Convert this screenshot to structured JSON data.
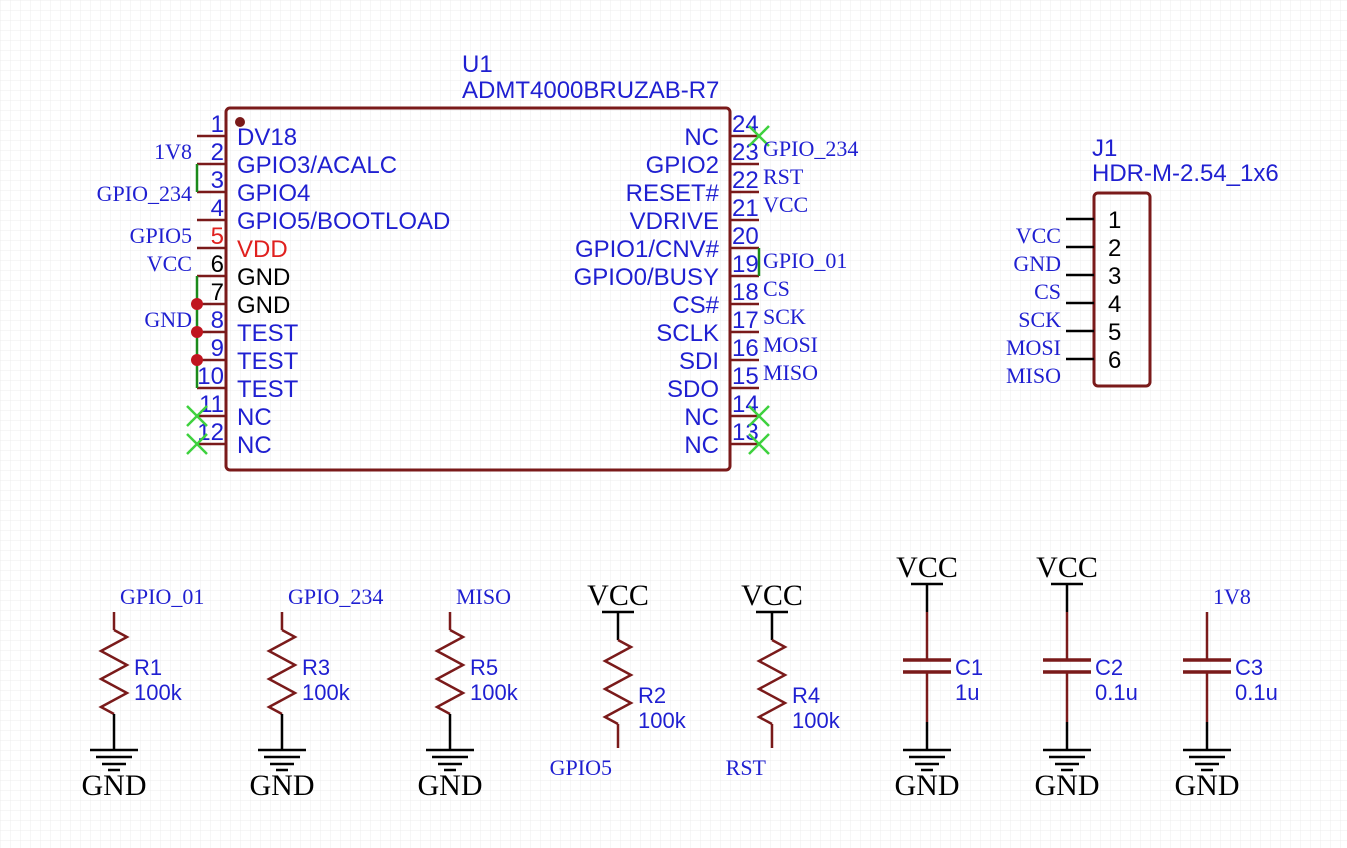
{
  "colors": {
    "part_body": "#7a1a1a",
    "wire": "#1a8a1a",
    "no_connect": "#3ed13e",
    "junction": "#c0141e",
    "text": "#1f1fd1",
    "power_pin": "#e0201e",
    "power_symbol": "#000000"
  },
  "u1": {
    "designator": "U1",
    "part": "ADMT4000BRUZAB-R7",
    "left_pins": [
      {
        "num": "1",
        "name": "DV18"
      },
      {
        "num": "2",
        "name": "GPIO3/ACALC"
      },
      {
        "num": "3",
        "name": "GPIO4"
      },
      {
        "num": "4",
        "name": "GPIO5/BOOTLOAD"
      },
      {
        "num": "5",
        "name": "VDD"
      },
      {
        "num": "6",
        "name": "GND"
      },
      {
        "num": "7",
        "name": "GND"
      },
      {
        "num": "8",
        "name": "TEST"
      },
      {
        "num": "9",
        "name": "TEST"
      },
      {
        "num": "10",
        "name": "TEST"
      },
      {
        "num": "11",
        "name": "NC"
      },
      {
        "num": "12",
        "name": "NC"
      }
    ],
    "right_pins": [
      {
        "num": "24",
        "name": "NC"
      },
      {
        "num": "23",
        "name": "GPIO2"
      },
      {
        "num": "22",
        "name": "RESET#"
      },
      {
        "num": "21",
        "name": "VDRIVE"
      },
      {
        "num": "20",
        "name": "GPIO1/CNV#"
      },
      {
        "num": "19",
        "name": "GPIO0/BUSY"
      },
      {
        "num": "18",
        "name": "CS#"
      },
      {
        "num": "17",
        "name": "SCLK"
      },
      {
        "num": "16",
        "name": "SDI"
      },
      {
        "num": "15",
        "name": "SDO"
      },
      {
        "num": "14",
        "name": "NC"
      },
      {
        "num": "13",
        "name": "NC"
      }
    ],
    "left_nets": [
      {
        "label": "1V8"
      },
      {
        "label": "GPIO_234"
      },
      {
        "label": "GPIO5"
      },
      {
        "label": "VCC"
      },
      {
        "label": "GND"
      }
    ],
    "right_nets": [
      {
        "label": "GPIO_234"
      },
      {
        "label": "RST"
      },
      {
        "label": "VCC"
      },
      {
        "label": "GPIO_01"
      },
      {
        "label": "CS"
      },
      {
        "label": "SCK"
      },
      {
        "label": "MOSI"
      },
      {
        "label": "MISO"
      }
    ]
  },
  "j1": {
    "designator": "J1",
    "part": "HDR-M-2.54_1x6",
    "pins": [
      "1",
      "2",
      "3",
      "4",
      "5",
      "6"
    ],
    "nets": [
      "VCC",
      "GND",
      "CS",
      "SCK",
      "MOSI",
      "MISO"
    ]
  },
  "components": [
    {
      "ref": "R1",
      "value": "100k",
      "top_net": "GPIO_01",
      "bottom": "GND"
    },
    {
      "ref": "R3",
      "value": "100k",
      "top_net": "GPIO_234",
      "bottom": "GND"
    },
    {
      "ref": "R5",
      "value": "100k",
      "top_net": "MISO",
      "bottom": "GND"
    },
    {
      "ref": "R2",
      "value": "100k",
      "top_power": "VCC",
      "bottom_net": "GPIO5"
    },
    {
      "ref": "R4",
      "value": "100k",
      "top_power": "VCC",
      "bottom_net": "RST"
    },
    {
      "ref": "C1",
      "value": "1u",
      "top_power": "VCC",
      "bottom": "GND"
    },
    {
      "ref": "C2",
      "value": "0.1u",
      "top_power": "VCC",
      "bottom": "GND"
    },
    {
      "ref": "C3",
      "value": "0.1u",
      "top_net": "1V8",
      "bottom": "GND"
    }
  ]
}
